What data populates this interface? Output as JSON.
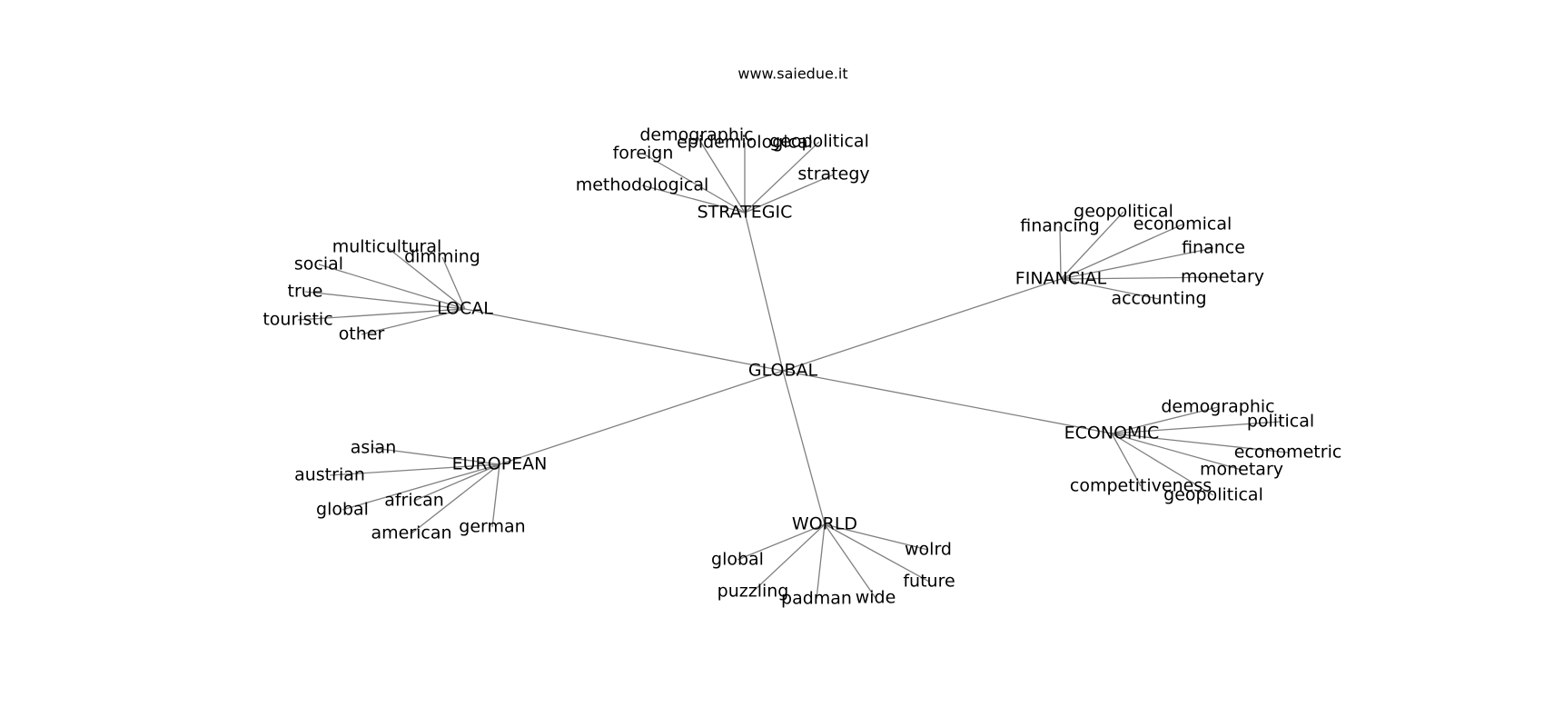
{
  "watermark": "www.saiedue.it",
  "graph": {
    "root": "GLOBAL",
    "hubs": [
      {
        "id": "strategic",
        "label": "STRATEGIC",
        "leaves": [
          "demographic",
          "epidemiological",
          "geopolitical",
          "foreign",
          "methodological",
          "strategy"
        ]
      },
      {
        "id": "local",
        "label": "LOCAL",
        "leaves": [
          "multicultural",
          "dimming",
          "social",
          "true",
          "touristic",
          "other"
        ]
      },
      {
        "id": "financial",
        "label": "FINANCIAL",
        "leaves": [
          "geopolitical",
          "financing",
          "economical",
          "finance",
          "monetary",
          "accounting"
        ]
      },
      {
        "id": "economic",
        "label": "ECONOMIC",
        "leaves": [
          "demographic",
          "political",
          "econometric",
          "monetary",
          "competitiveness",
          "geopolitical"
        ]
      },
      {
        "id": "european",
        "label": "EUROPEAN",
        "leaves": [
          "asian",
          "austrian",
          "global",
          "african",
          "american",
          "german"
        ]
      },
      {
        "id": "world",
        "label": "WORLD",
        "leaves": [
          "global",
          "puzzling",
          "padman",
          "wide",
          "wolrd",
          "future"
        ]
      }
    ]
  }
}
